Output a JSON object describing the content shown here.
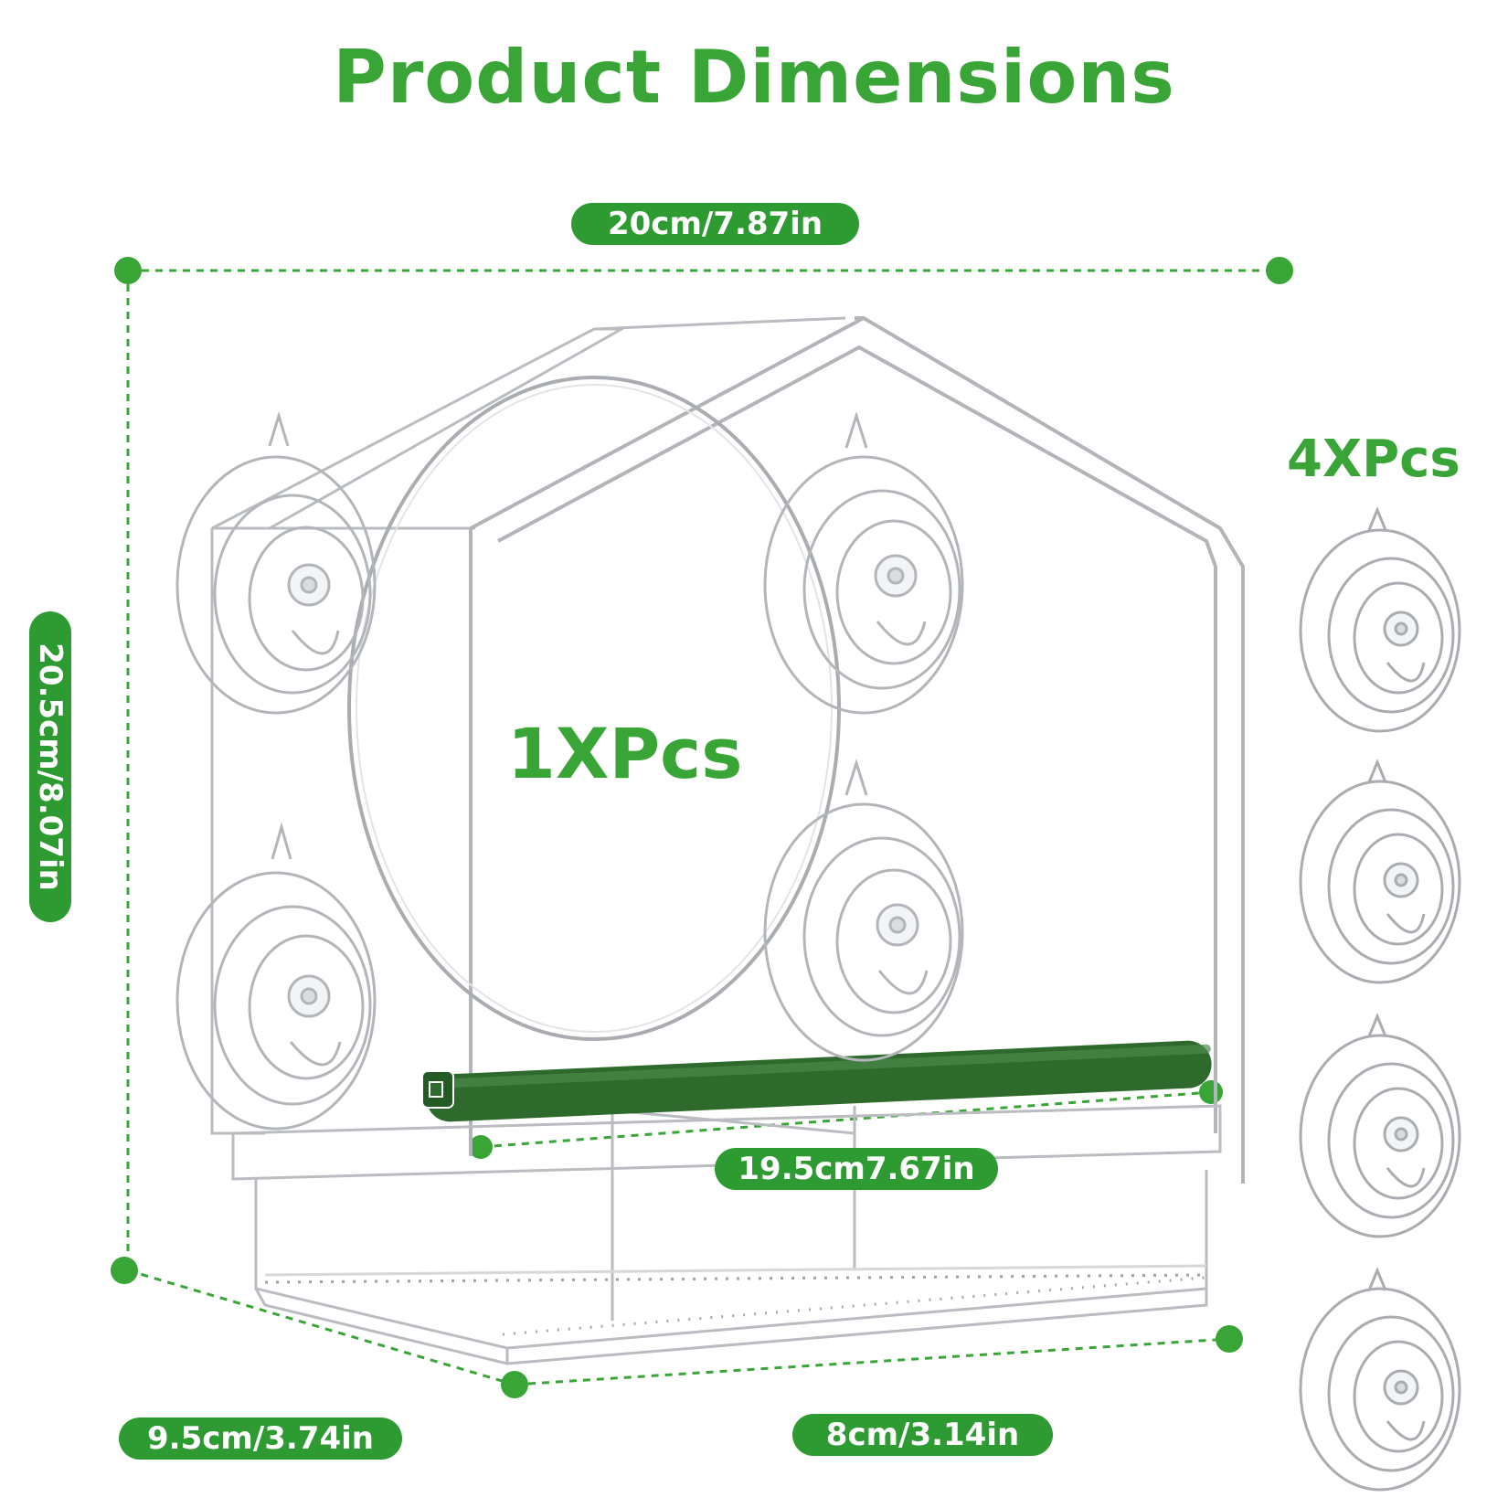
{
  "title": "Product Dimensions",
  "dimensions": {
    "width": "20cm/7.87in",
    "height": "20.5cm/8.07in",
    "perch_length": "19.5cm7.67in",
    "depth": "9.5cm/3.74in",
    "tray_width": "8cm/3.14in"
  },
  "quantities": {
    "feeder": "1XPcs",
    "suction_cups": "4XPcs"
  },
  "colors": {
    "accent": "#3aa537",
    "pill": "#2e9a32",
    "perch": "#2d6a2c",
    "acrylic_edge": "#b9bcc0"
  }
}
